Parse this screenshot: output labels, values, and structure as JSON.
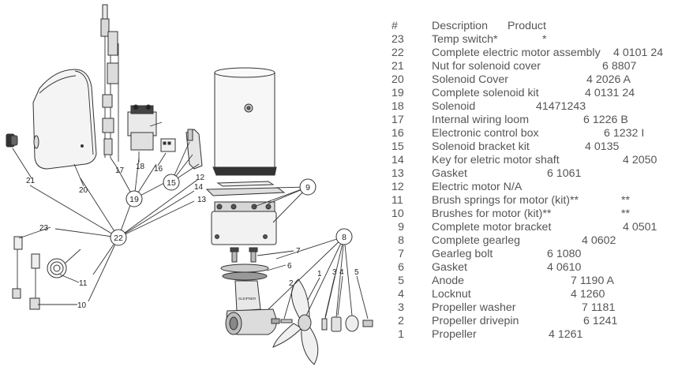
{
  "table": {
    "header": {
      "num": "#",
      "description": "Description",
      "product": "Product"
    },
    "rows": [
      {
        "num": "23",
        "description": "Temp switch*",
        "product": "*",
        "extra": ""
      },
      {
        "num": "22",
        "description": "Complete electric motor assembly",
        "product": "4 0101 24",
        "extra": ""
      },
      {
        "num": "21",
        "description": "Nut for solenoid cover",
        "product": "6 8807",
        "extra": ""
      },
      {
        "num": "20",
        "description": "Solenoid Cover",
        "product": "4 2026 A",
        "extra": ""
      },
      {
        "num": "19",
        "description": "Complete solenoid kit",
        "product": "4 0131 24",
        "extra": ""
      },
      {
        "num": "18",
        "description": "Solenoid",
        "product": "41471243",
        "extra": ""
      },
      {
        "num": "17",
        "description": "Internal wiring loom",
        "product": "6 1226 B",
        "extra": ""
      },
      {
        "num": "16",
        "description": "Electronic control box",
        "product": "6 1232 I",
        "extra": ""
      },
      {
        "num": "15",
        "description": "Solenoid bracket kit",
        "product": "4 0135",
        "extra": ""
      },
      {
        "num": "14",
        "description": "Key for eletric motor shaft",
        "product": "4 2050",
        "extra": ""
      },
      {
        "num": "13",
        "description": "Gasket",
        "product": "6 1061",
        "extra": ""
      },
      {
        "num": "12",
        "description": "Electric motor N/A",
        "product": "",
        "extra": ""
      },
      {
        "num": "11",
        "description": "Brush springs for motor (kit)**",
        "product": "",
        "extra": "**"
      },
      {
        "num": "10",
        "description": "Brushes for motor (kit)**",
        "product": "",
        "extra": "**"
      },
      {
        "num": "9",
        "description": "Complete motor bracket",
        "product": "4 0501",
        "extra": ""
      },
      {
        "num": "8",
        "description": "Complete gearleg",
        "product": "4 0602",
        "extra": ""
      },
      {
        "num": "7",
        "description": "Gearleg bolt",
        "product": "6 1080",
        "extra": ""
      },
      {
        "num": "6",
        "description": "Gasket",
        "product": "4 0610",
        "extra": ""
      },
      {
        "num": "5",
        "description": "Anode",
        "product": "7 1190 A",
        "extra": ""
      },
      {
        "num": "4",
        "description": "Locknut",
        "product": "4 1260",
        "extra": ""
      },
      {
        "num": "3",
        "description": "Propeller washer",
        "product": "7 1181",
        "extra": ""
      },
      {
        "num": "2",
        "description": "Propeller drivepin",
        "product": "6 1241",
        "extra": ""
      },
      {
        "num": "1",
        "description": "Propeller",
        "product": "4 1261",
        "extra": ""
      }
    ]
  },
  "diagram": {
    "callouts": [
      "1",
      "2",
      "3",
      "4",
      "5",
      "6",
      "7",
      "10",
      "11",
      "12",
      "13",
      "14",
      "16",
      "17",
      "18",
      "20",
      "21",
      "23"
    ],
    "bubbles": [
      "8",
      "9",
      "15",
      "19",
      "22"
    ],
    "gearleg_brand": "SLEIPNER"
  }
}
